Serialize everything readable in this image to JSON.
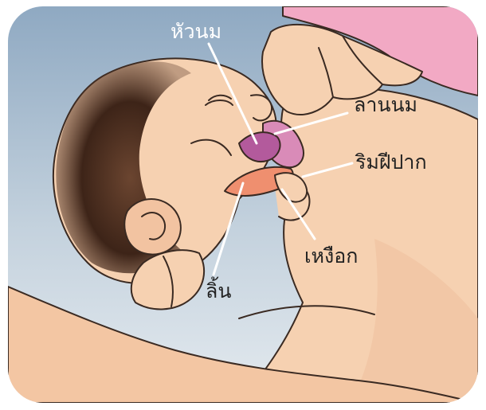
{
  "labels": {
    "nipple": "หัวนม",
    "areola": "ลานนม",
    "lips": "ริมฝีปาก",
    "gums": "เหงือก",
    "tongue": "ลิ้น"
  },
  "colors": {
    "background_top": "#8fa9c2",
    "background_bottom": "#dfe6ec",
    "skin": "#f6d1b1",
    "skin_shadow": "#e8b692",
    "hair": "#3a2318",
    "sleeve": "#f2a9c4",
    "nipple": "#b35a9c",
    "areola": "#d98bb8",
    "tongue": "#ef8f6f",
    "leader_line": "#ffffff"
  }
}
